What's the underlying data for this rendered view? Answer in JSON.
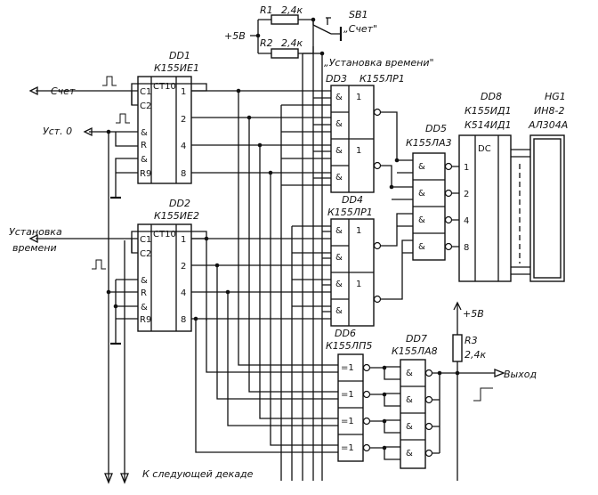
{
  "supply": {
    "label": "+5В"
  },
  "resistors": {
    "r1": {
      "name": "R1",
      "value": "2,4к"
    },
    "r2": {
      "name": "R2",
      "value": "2,4к"
    },
    "r3": {
      "name": "R3",
      "value": "2,4к"
    }
  },
  "switch": {
    "name": "SB1",
    "pos_count": "„Счет\"",
    "pos_set": "„Установка времени\""
  },
  "chips": {
    "dd1": {
      "name": "DD1",
      "type": "К155ИЕ1",
      "func": "CT10",
      "inputs": [
        "C1",
        "C2",
        "&",
        "R",
        "&",
        "R9"
      ],
      "outputs": [
        "1",
        "2",
        "4",
        "8"
      ]
    },
    "dd2": {
      "name": "DD2",
      "type": "К155ИЕ2",
      "func": "CT10",
      "inputs": [
        "C1",
        "C2",
        "&",
        "R",
        "&",
        "R9"
      ],
      "outputs": [
        "1",
        "2",
        "4",
        "8"
      ]
    },
    "dd3": {
      "name": "DD3",
      "type": "К155ЛР1",
      "gate_amp": "&",
      "gate_one": "1"
    },
    "dd4": {
      "name": "DD4",
      "type": "К155ЛР1",
      "gate_amp": "&",
      "gate_one": "1"
    },
    "dd5": {
      "name": "DD5",
      "type": "К155ЛА3",
      "gate_sym": "&"
    },
    "dd6": {
      "name": "DD6",
      "type": "К155ЛП5",
      "gate_sym": "=1"
    },
    "dd7": {
      "name": "DD7",
      "type": "К155ЛА8",
      "gate_sym": "&"
    },
    "dd8": {
      "name": "DD8",
      "type1": "К155ИД1",
      "type2": "К514ИД1",
      "func": "DC",
      "inputs": [
        "1",
        "2",
        "4",
        "8"
      ]
    },
    "hg1": {
      "name": "HG1",
      "type1": "ИН8-2",
      "type2": "АЛ304А"
    }
  },
  "signals": {
    "count": "Счет",
    "reset": "Уст. 0",
    "time_set_1": "Установка",
    "time_set_2": "времени",
    "next_decade": "К следующей декаде",
    "output": "Выход",
    "supply_out": "+5В"
  }
}
